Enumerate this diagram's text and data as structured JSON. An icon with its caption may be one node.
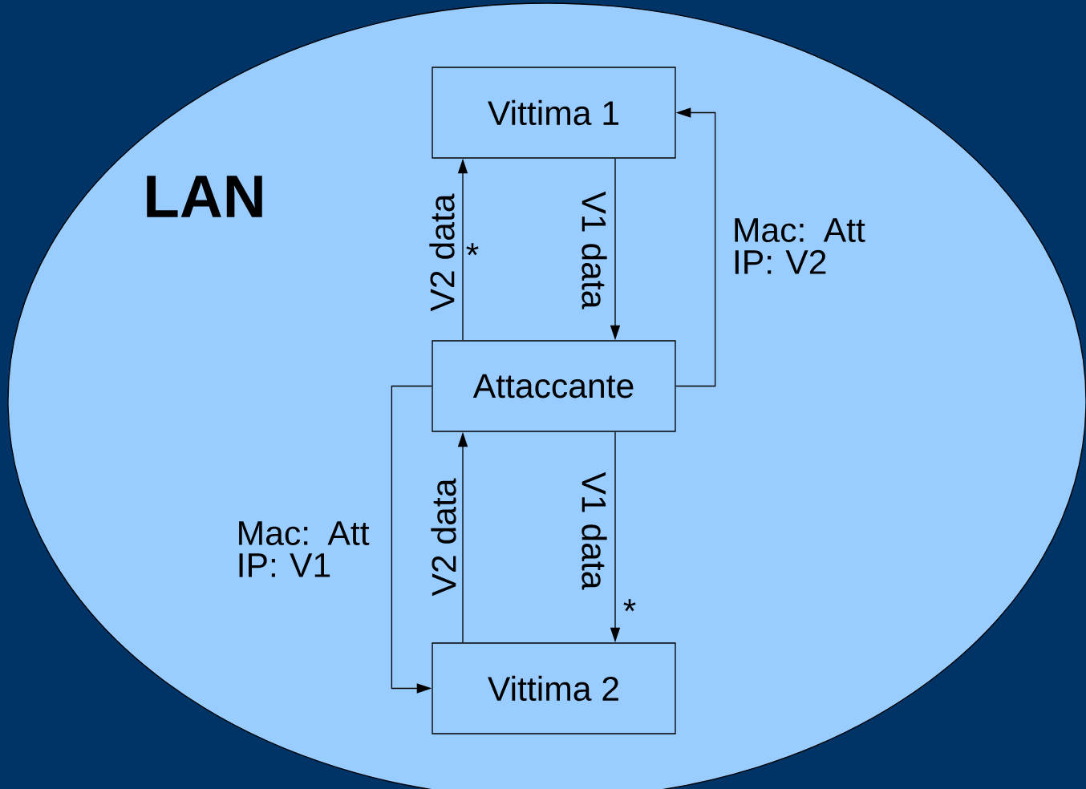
{
  "diagram": {
    "nodes": [
      {
        "text": [
          "LAN"
        ]
      },
      {
        "text": [
          "Vittima 1"
        ],
        "in": 0
      },
      {
        "text": [
          "Attaccante"
        ],
        "in": 0
      },
      {
        "text": [
          "Vittima 2"
        ],
        "in": 0
      }
    ],
    "edges": [
      {
        "from": 2,
        "to": 1,
        "arrow": "to",
        "label": "V2 data"
      },
      {
        "from": 1,
        "to": 2,
        "arrow": "to",
        "label": "V1 data"
      },
      {
        "from": 2,
        "to": 1,
        "arrow": "to",
        "label": "Mac: Att IP: V2"
      },
      {
        "from": 2,
        "to": 3,
        "arrow": "to",
        "label": "Mac: Att IP: V1"
      },
      {
        "from": 3,
        "to": 2,
        "arrow": "to",
        "label": "V2 data"
      },
      {
        "from": 2,
        "to": 3,
        "arrow": "to",
        "label": "V1 data"
      }
    ],
    "labels": [
      "*",
      "*"
    ]
  }
}
